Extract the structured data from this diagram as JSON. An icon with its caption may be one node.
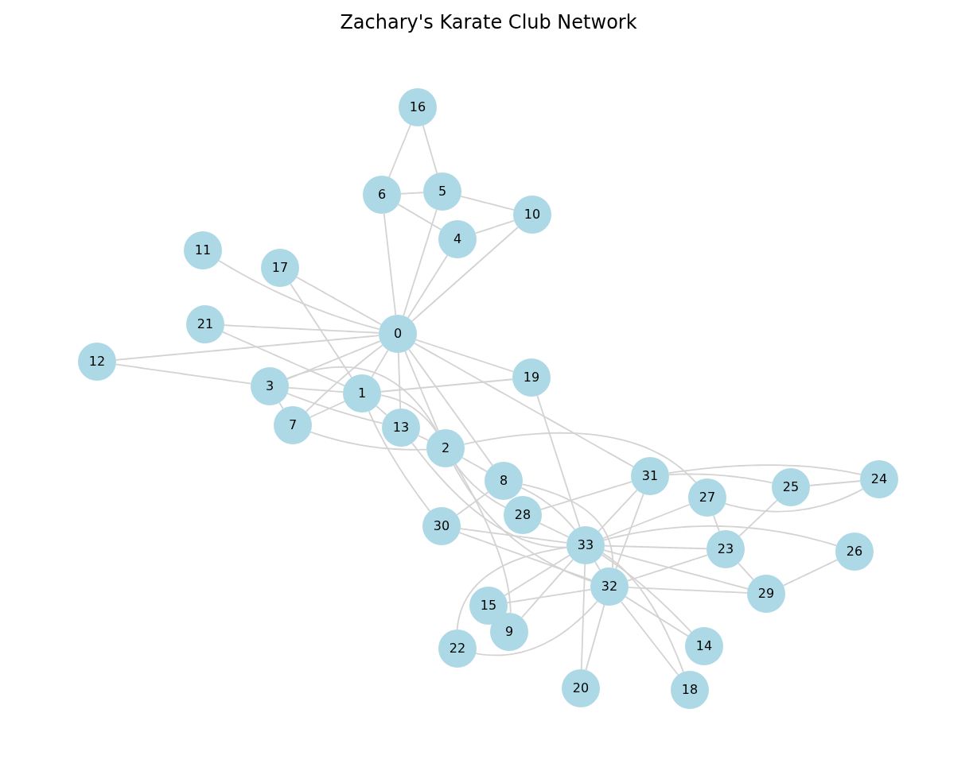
{
  "diagram": {
    "title": "Zachary's Karate Club Network",
    "nodes": [
      {
        "text": [
          "0"
        ]
      },
      {
        "text": [
          "1"
        ]
      },
      {
        "text": [
          "2"
        ]
      },
      {
        "text": [
          "3"
        ]
      },
      {
        "text": [
          "4"
        ]
      },
      {
        "text": [
          "5"
        ]
      },
      {
        "text": [
          "6"
        ]
      },
      {
        "text": [
          "7"
        ]
      },
      {
        "text": [
          "8"
        ]
      },
      {
        "text": [
          "9"
        ]
      },
      {
        "text": [
          "10"
        ]
      },
      {
        "text": [
          "11"
        ]
      },
      {
        "text": [
          "12"
        ]
      },
      {
        "text": [
          "13"
        ]
      },
      {
        "text": [
          "14"
        ]
      },
      {
        "text": [
          "15"
        ]
      },
      {
        "text": [
          "16"
        ]
      },
      {
        "text": [
          "17"
        ]
      },
      {
        "text": [
          "18"
        ]
      },
      {
        "text": [
          "19"
        ]
      },
      {
        "text": [
          "20"
        ]
      },
      {
        "text": [
          "21"
        ]
      },
      {
        "text": [
          "22"
        ]
      },
      {
        "text": [
          "23"
        ]
      },
      {
        "text": [
          "24"
        ]
      },
      {
        "text": [
          "25"
        ]
      },
      {
        "text": [
          "26"
        ]
      },
      {
        "text": [
          "27"
        ]
      },
      {
        "text": [
          "28"
        ]
      },
      {
        "text": [
          "29"
        ]
      },
      {
        "text": [
          "30"
        ]
      },
      {
        "text": [
          "31"
        ]
      },
      {
        "text": [
          "32"
        ]
      },
      {
        "text": [
          "33"
        ]
      }
    ],
    "edges": [
      {
        "from": 0,
        "to": 1,
        "arrow": "none"
      },
      {
        "from": 0,
        "to": 2,
        "arrow": "none"
      },
      {
        "from": 0,
        "to": 3,
        "arrow": "none"
      },
      {
        "from": 0,
        "to": 4,
        "arrow": "none"
      },
      {
        "from": 0,
        "to": 5,
        "arrow": "none"
      },
      {
        "from": 0,
        "to": 6,
        "arrow": "none"
      },
      {
        "from": 0,
        "to": 7,
        "arrow": "none"
      },
      {
        "from": 0,
        "to": 8,
        "arrow": "none"
      },
      {
        "from": 0,
        "to": 10,
        "arrow": "none"
      },
      {
        "from": 0,
        "to": 11,
        "arrow": "none"
      },
      {
        "from": 0,
        "to": 12,
        "arrow": "none"
      },
      {
        "from": 0,
        "to": 13,
        "arrow": "none"
      },
      {
        "from": 0,
        "to": 17,
        "arrow": "none"
      },
      {
        "from": 0,
        "to": 19,
        "arrow": "none"
      },
      {
        "from": 0,
        "to": 21,
        "arrow": "none"
      },
      {
        "from": 0,
        "to": 31,
        "arrow": "none"
      },
      {
        "from": 1,
        "to": 2,
        "arrow": "none"
      },
      {
        "from": 1,
        "to": 3,
        "arrow": "none"
      },
      {
        "from": 1,
        "to": 7,
        "arrow": "none"
      },
      {
        "from": 1,
        "to": 13,
        "arrow": "none"
      },
      {
        "from": 1,
        "to": 17,
        "arrow": "none"
      },
      {
        "from": 1,
        "to": 19,
        "arrow": "none"
      },
      {
        "from": 1,
        "to": 21,
        "arrow": "none"
      },
      {
        "from": 1,
        "to": 30,
        "arrow": "none"
      },
      {
        "from": 2,
        "to": 3,
        "arrow": "none"
      },
      {
        "from": 2,
        "to": 7,
        "arrow": "none"
      },
      {
        "from": 2,
        "to": 8,
        "arrow": "none"
      },
      {
        "from": 2,
        "to": 9,
        "arrow": "none"
      },
      {
        "from": 2,
        "to": 13,
        "arrow": "none"
      },
      {
        "from": 2,
        "to": 27,
        "arrow": "none"
      },
      {
        "from": 2,
        "to": 28,
        "arrow": "none"
      },
      {
        "from": 2,
        "to": 32,
        "arrow": "none"
      },
      {
        "from": 3,
        "to": 7,
        "arrow": "none"
      },
      {
        "from": 3,
        "to": 12,
        "arrow": "none"
      },
      {
        "from": 3,
        "to": 13,
        "arrow": "none"
      },
      {
        "from": 4,
        "to": 6,
        "arrow": "none"
      },
      {
        "from": 4,
        "to": 10,
        "arrow": "none"
      },
      {
        "from": 5,
        "to": 6,
        "arrow": "none"
      },
      {
        "from": 5,
        "to": 10,
        "arrow": "none"
      },
      {
        "from": 5,
        "to": 16,
        "arrow": "none"
      },
      {
        "from": 6,
        "to": 16,
        "arrow": "none"
      },
      {
        "from": 8,
        "to": 30,
        "arrow": "none"
      },
      {
        "from": 8,
        "to": 32,
        "arrow": "none"
      },
      {
        "from": 8,
        "to": 33,
        "arrow": "none"
      },
      {
        "from": 9,
        "to": 33,
        "arrow": "none"
      },
      {
        "from": 13,
        "to": 33,
        "arrow": "none"
      },
      {
        "from": 14,
        "to": 32,
        "arrow": "none"
      },
      {
        "from": 14,
        "to": 33,
        "arrow": "none"
      },
      {
        "from": 15,
        "to": 32,
        "arrow": "none"
      },
      {
        "from": 15,
        "to": 33,
        "arrow": "none"
      },
      {
        "from": 18,
        "to": 32,
        "arrow": "none"
      },
      {
        "from": 18,
        "to": 33,
        "arrow": "none"
      },
      {
        "from": 19,
        "to": 33,
        "arrow": "none"
      },
      {
        "from": 20,
        "to": 32,
        "arrow": "none"
      },
      {
        "from": 20,
        "to": 33,
        "arrow": "none"
      },
      {
        "from": 22,
        "to": 32,
        "arrow": "none"
      },
      {
        "from": 22,
        "to": 33,
        "arrow": "none"
      },
      {
        "from": 23,
        "to": 25,
        "arrow": "none"
      },
      {
        "from": 23,
        "to": 27,
        "arrow": "none"
      },
      {
        "from": 23,
        "to": 29,
        "arrow": "none"
      },
      {
        "from": 23,
        "to": 32,
        "arrow": "none"
      },
      {
        "from": 23,
        "to": 33,
        "arrow": "none"
      },
      {
        "from": 24,
        "to": 25,
        "arrow": "none"
      },
      {
        "from": 24,
        "to": 27,
        "arrow": "none"
      },
      {
        "from": 24,
        "to": 31,
        "arrow": "none"
      },
      {
        "from": 25,
        "to": 31,
        "arrow": "none"
      },
      {
        "from": 26,
        "to": 29,
        "arrow": "none"
      },
      {
        "from": 26,
        "to": 33,
        "arrow": "none"
      },
      {
        "from": 27,
        "to": 33,
        "arrow": "none"
      },
      {
        "from": 28,
        "to": 31,
        "arrow": "none"
      },
      {
        "from": 28,
        "to": 33,
        "arrow": "none"
      },
      {
        "from": 29,
        "to": 32,
        "arrow": "none"
      },
      {
        "from": 29,
        "to": 33,
        "arrow": "none"
      },
      {
        "from": 30,
        "to": 32,
        "arrow": "none"
      },
      {
        "from": 30,
        "to": 33,
        "arrow": "none"
      },
      {
        "from": 31,
        "to": 32,
        "arrow": "none"
      },
      {
        "from": 31,
        "to": 33,
        "arrow": "none"
      },
      {
        "from": 32,
        "to": 33,
        "arrow": "none"
      }
    ]
  }
}
